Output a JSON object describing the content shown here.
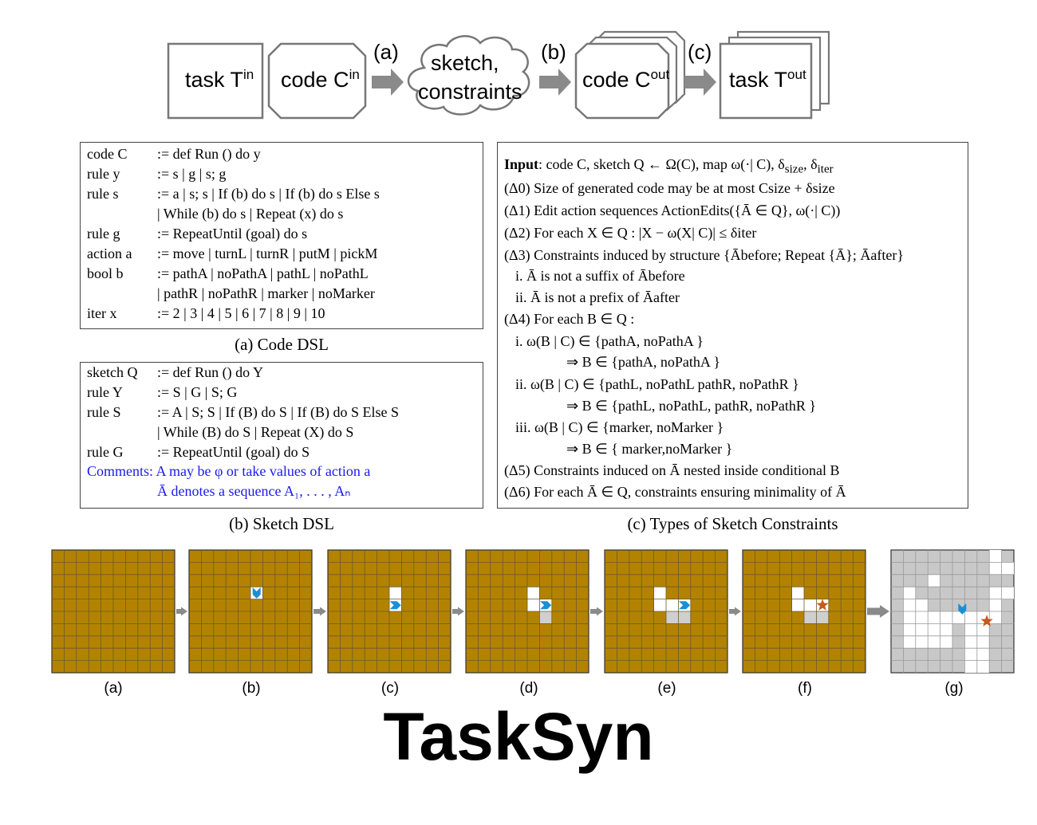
{
  "pipeline": {
    "task_in": "task T",
    "task_in_sup": "in",
    "code_in": "code C",
    "code_in_sup": "in",
    "sketch_line1": "sketch,",
    "sketch_line2": "constraints",
    "code_out": "code C",
    "code_out_sup": "out",
    "task_out": "task T",
    "task_out_sup": "out",
    "step_a": "(a)",
    "step_b": "(b)",
    "step_c": "(c)"
  },
  "code_dsl": {
    "caption": "(a) Code DSL",
    "rows": [
      {
        "k": "code C",
        "d": ":= def  Run () do y"
      },
      {
        "k": "rule y",
        "d": ":= s | g | s; g"
      },
      {
        "k": "rule s",
        "d": ":= a | s; s | If (b) do s | If (b) do s Else s"
      },
      {
        "k": "",
        "d": "| While (b) do s | Repeat (x) do s"
      },
      {
        "k": "rule g",
        "d": ":= RepeatUntil (goal) do s"
      },
      {
        "k": "action a",
        "d": ":= move | turnL | turnR | putM | pickM"
      },
      {
        "k": "bool b",
        "d": ":= pathA | noPathA | pathL | noPathL"
      },
      {
        "k": "",
        "d": "| pathR | noPathR | marker | noMarker"
      },
      {
        "k": "iter x",
        "d": ":= 2 | 3 | 4 | 5 | 6 | 7 | 8 | 9 | 10"
      }
    ]
  },
  "sketch_dsl": {
    "caption": "(b) Sketch DSL",
    "rows": [
      {
        "k": "sketch Q",
        "d": ":= def  Run () do Y"
      },
      {
        "k": "rule Y",
        "d": ":= S | G | S; G"
      },
      {
        "k": "rule S",
        "d": ":= A | S; S | If (B) do S | If (B) do S Else S"
      },
      {
        "k": "",
        "d": "| While (B) do S | Repeat (X) do S"
      },
      {
        "k": "rule G",
        "d": ":= RepeatUntil (goal) do S"
      }
    ],
    "comment1": "Comments: A may be φ or take values of action a",
    "comment2": "Ā denotes a sequence A₁, . . . , Aₙ"
  },
  "constraints": {
    "caption": "(c) Types of Sketch Constraints",
    "rows": [
      "Input: code C, sketch Q ← Ω(C), map ω(·| C), δsize, δiter",
      "(Δ0)  Size of generated code may be at most Csize + δsize",
      "(Δ1)  Edit action sequences ActionEdits({Ā ∈ Q}, ω(·| C))",
      "(Δ2)  For each X ∈ Q : |X − ω(X| C)| ≤ δiter",
      "(Δ3)  Constraints induced by structure {Ābefore; Repeat {Ā}; Āafter}",
      "i.  Ā is not a suffix of Ābefore",
      "ii.  Ā is not a prefix of Āafter",
      "(Δ4)  For each B ∈ Q :",
      "i.  ω(B | C) ∈ {pathA, noPathA }",
      "⇒ B ∈ {pathA, noPathA }",
      "ii.  ω(B | C) ∈ {pathL, noPathL pathR, noPathR }",
      "⇒ B ∈ {pathL, noPathL, pathR, noPathR }",
      "iii.  ω(B | C) ∈ {marker, noMarker }",
      "⇒ B ∈ { marker,noMarker }",
      "(Δ5)  Constraints induced on Ā nested inside conditional B",
      "(Δ6)  For each Ā ∈ Q, constraints ensuring minimality of Ā"
    ]
  },
  "grids": {
    "captions": [
      "(a)",
      "(b)",
      "(c)",
      "(d)",
      "(e)",
      "(f)",
      "(g)"
    ],
    "colors": {
      "unknown": "#b38300",
      "free": "#ffffff",
      "visited": "#cfcfcf",
      "arrow": "#1a8fd6",
      "star": "#c65a1e",
      "gridline": "#6b5a2c",
      "wall": "#c8c8c8"
    }
  },
  "title": "TaskSyn"
}
